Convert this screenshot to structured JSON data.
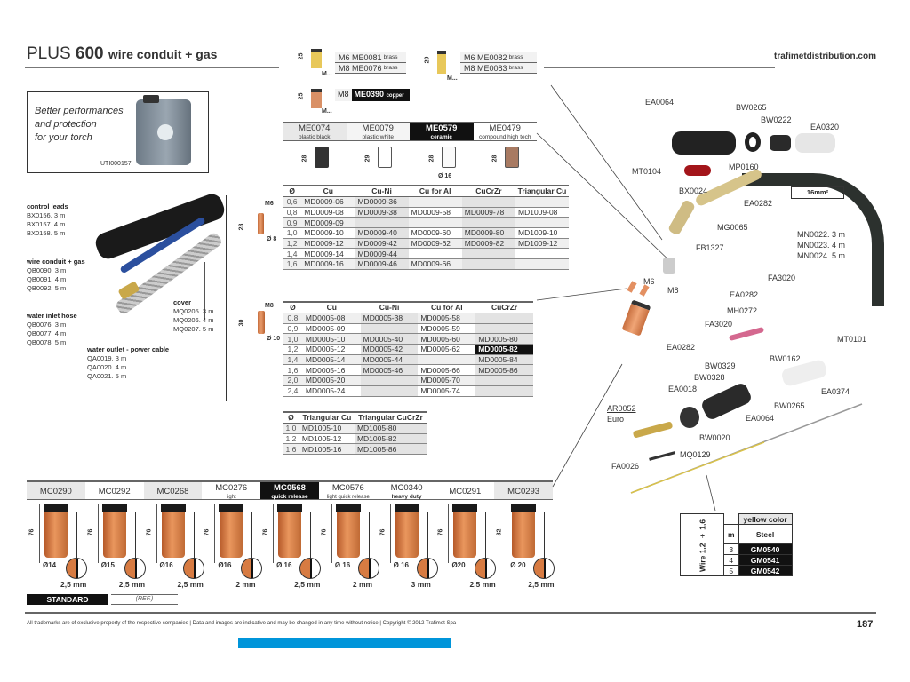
{
  "header": {
    "title_prefix": "PLUS",
    "title_number": "600",
    "title_suffix": "wire conduit + gas",
    "website": "trafimetdistribution.com"
  },
  "promo": {
    "lines": [
      "Better performances",
      "and protection",
      "for your torch"
    ],
    "code": "UTI000157"
  },
  "cable_parts": {
    "control_leads": {
      "title": "control leads",
      "items": [
        "BX0156. 3 m",
        "BX0157. 4 m",
        "BX0158. 5 m"
      ]
    },
    "wire_conduit_gas": {
      "title": "wire conduit + gas",
      "items": [
        "QB0090. 3 m",
        "QB0091. 4 m",
        "QB0092. 5 m"
      ]
    },
    "water_inlet_hose": {
      "title": "water inlet hose",
      "items": [
        "QB0076. 3 m",
        "QB0077. 4 m",
        "QB0078. 5 m"
      ]
    },
    "water_outlet": {
      "title": "water outlet - power cable",
      "items": [
        "QA0019. 3 m",
        "QA0020. 4 m",
        "QA0021. 5 m"
      ]
    },
    "cover": {
      "title": "cover",
      "items": [
        "MQ0205. 3 m",
        "MQ0206. 4 m",
        "MQ0207. 5 m"
      ]
    }
  },
  "tip_holders": {
    "group1": {
      "height": "25",
      "thread": "M...",
      "rows": [
        {
          "thread": "M6",
          "code": "ME0081",
          "material": "brass"
        },
        {
          "thread": "M8",
          "code": "ME0076",
          "material": "brass"
        }
      ]
    },
    "group2": {
      "height": "29",
      "thread": "M...",
      "rows": [
        {
          "thread": "M6",
          "code": "ME0082",
          "material": "brass"
        },
        {
          "thread": "M8",
          "code": "ME0083",
          "material": "brass"
        }
      ]
    },
    "group3": {
      "height": "25",
      "thread": "M...",
      "rows": [
        {
          "thread": "M8",
          "code": "ME0390",
          "material": "copper"
        }
      ]
    }
  },
  "insulators": [
    {
      "code": "ME0074",
      "desc": "plastic black",
      "height": "28"
    },
    {
      "code": "ME0079",
      "desc": "plastic white",
      "height": "29"
    },
    {
      "code": "ME0579",
      "desc": "ceramic",
      "height": "28",
      "diameter": "Ø 16"
    },
    {
      "code": "ME0479",
      "desc": "compound high tech",
      "height": "28"
    }
  ],
  "tips_m6": {
    "thread": "M6",
    "length": "28",
    "diameter": "Ø 8",
    "headers": [
      "Ø",
      "Cu",
      "Cu-Ni",
      "Cu for Al",
      "CuCrZr",
      "Triangular Cu"
    ],
    "rows": [
      [
        "0,6",
        "MD0009-06",
        "MD0009-36",
        "",
        "",
        ""
      ],
      [
        "0,8",
        "MD0009-08",
        "MD0009-38",
        "MD0009-58",
        "MD0009-78",
        "MD1009-08"
      ],
      [
        "0,9",
        "MD0009-09",
        "",
        "",
        "",
        ""
      ],
      [
        "1,0",
        "MD0009-10",
        "MD0009-40",
        "MD0009-60",
        "MD0009-80",
        "MD1009-10"
      ],
      [
        "1,2",
        "MD0009-12",
        "MD0009-42",
        "MD0009-62",
        "MD0009-82",
        "MD1009-12"
      ],
      [
        "1,4",
        "MD0009-14",
        "MD0009-44",
        "",
        "",
        ""
      ],
      [
        "1,6",
        "MD0009-16",
        "MD0009-46",
        "MD0009-66",
        "",
        ""
      ]
    ]
  },
  "tips_m8": {
    "thread": "M8",
    "length": "30",
    "diameter": "Ø 10",
    "headers": [
      "Ø",
      "Cu",
      "Cu-Ni",
      "Cu for Al",
      "CuCrZr"
    ],
    "rows": [
      [
        "0,8",
        "MD0005-08",
        "MD0005-38",
        "MD0005-58",
        ""
      ],
      [
        "0,9",
        "MD0005-09",
        "",
        "MD0005-59",
        ""
      ],
      [
        "1,0",
        "MD0005-10",
        "MD0005-40",
        "MD0005-60",
        "MD0005-80"
      ],
      [
        "1,2",
        "MD0005-12",
        "MD0005-42",
        "MD0005-62",
        "MD0005-82"
      ],
      [
        "1,4",
        "MD0005-14",
        "MD0005-44",
        "",
        "MD0005-84"
      ],
      [
        "1,6",
        "MD0005-16",
        "MD0005-46",
        "MD0005-66",
        "MD0005-86"
      ],
      [
        "2,0",
        "MD0005-20",
        "",
        "MD0005-70",
        ""
      ],
      [
        "2,4",
        "MD0005-24",
        "",
        "MD0005-74",
        ""
      ]
    ],
    "highlighted": "MD0005-82"
  },
  "tips_triangular": {
    "headers": [
      "Ø",
      "Triangular Cu",
      "Triangular CuCrZr"
    ],
    "rows": [
      [
        "1,0",
        "MD1005-10",
        "MD1005-80"
      ],
      [
        "1,2",
        "MD1005-12",
        "MD1005-82"
      ],
      [
        "1,6",
        "MD1005-16",
        "MD1005-86"
      ]
    ]
  },
  "nozzles": [
    {
      "code": "MC0290",
      "sub": "",
      "length": "76",
      "diameter": "Ø14",
      "recess": "2,5 mm"
    },
    {
      "code": "MC0292",
      "sub": "",
      "length": "76",
      "diameter": "Ø15",
      "recess": "2,5 mm"
    },
    {
      "code": "MC0268",
      "sub": "",
      "length": "76",
      "diameter": "Ø16",
      "recess": "2,5 mm"
    },
    {
      "code": "MC0276",
      "sub": "light",
      "length": "76",
      "diameter": "Ø16",
      "recess": "2 mm"
    },
    {
      "code": "MC0568",
      "sub": "quick release",
      "length": "76",
      "diameter": "Ø 16",
      "recess": "2,5 mm"
    },
    {
      "code": "MC0576",
      "sub": "light quick release",
      "length": "76",
      "diameter": "Ø 16",
      "recess": "2 mm"
    },
    {
      "code": "MC0340",
      "sub": "heavy duty",
      "length": "76",
      "diameter": "Ø 16",
      "recess": "3 mm"
    },
    {
      "code": "MC0291",
      "sub": "",
      "length": "76",
      "diameter": "Ø20",
      "recess": "2,5 mm"
    },
    {
      "code": "MC0293",
      "sub": "",
      "length": "82",
      "diameter": "Ø 20",
      "recess": "2,5 mm"
    }
  ],
  "legend": {
    "standard": "STANDARD",
    "ref": "(REF.)"
  },
  "torch_parts": {
    "EA0064_top": "EA0064",
    "BW0265_top": "BW0265",
    "BW0222": "BW0222",
    "EA0320": "EA0320",
    "MT0104": "MT0104",
    "MP0160": "MP0160",
    "BX0024": "BX0024",
    "EA0282_top": "EA0282",
    "section": "16mm²",
    "MG0065": "MG0065",
    "FB1327": "FB1327",
    "cable_lengths": [
      "MN0022. 3 m",
      "MN0023. 4 m",
      "MN0024. 5 m"
    ],
    "M6": "M6",
    "M8": "M8",
    "FA3020_a": "FA3020",
    "EA0282_mid": "EA0282",
    "MH0272": "MH0272",
    "FA3020_b": "FA3020",
    "EA0282_low": "EA0282",
    "MT0101": "MT0101",
    "BW0329": "BW0329",
    "BW0162": "BW0162",
    "BW0328": "BW0328",
    "EA0018": "EA0018",
    "EA0374": "EA0374",
    "BW0265_low": "BW0265",
    "EA0064_low": "EA0064",
    "AR0052": "AR0052",
    "euro": "Euro",
    "BW0020": "BW0020",
    "FA0026": "FA0026",
    "MQ0129": "MQ0129"
  },
  "wire_liners": {
    "vertical_label": "Wire 1,2 ÷ 1,6",
    "color_header": "yellow color",
    "col_m": "m",
    "col_material": "Steel",
    "rows": [
      {
        "m": "3",
        "code": "GM0540"
      },
      {
        "m": "4",
        "code": "GM0541"
      },
      {
        "m": "5",
        "code": "GM0542"
      }
    ]
  },
  "footer": {
    "disclaimer": "All trademarks are of exclusive property of the respective companies  |  Data and images are indicative and may be changed in any time without notice  |  Copyright © 2012 Trafimet Spa",
    "page_number": "187"
  },
  "colors": {
    "accent_blue": "#0095da",
    "dark": "#111111",
    "copper": "#d77b42"
  }
}
